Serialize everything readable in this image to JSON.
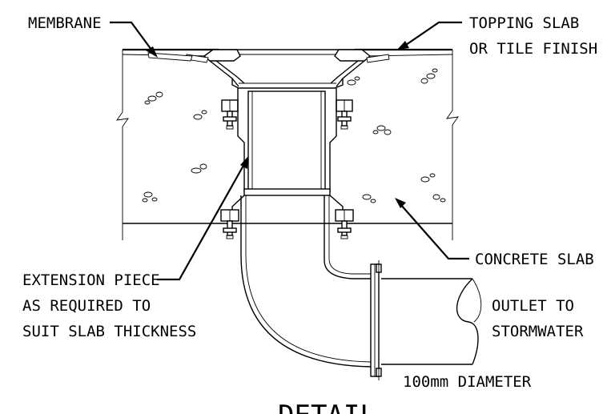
{
  "labels": {
    "membrane": "MEMBRANE",
    "topping_line1": "TOPPING SLAB",
    "topping_line2": "OR TILE FINISH",
    "extension_line1": "EXTENSION PIECE",
    "extension_line2": "AS REQUIRED TO",
    "extension_line3": "SUIT SLAB THICKNESS",
    "concrete_slab": "CONCRETE SLAB",
    "outlet_line1": "OUTLET TO",
    "outlet_line2": "STORMWATER",
    "diameter": "100mm DIAMETER",
    "title": "DETAIL"
  }
}
